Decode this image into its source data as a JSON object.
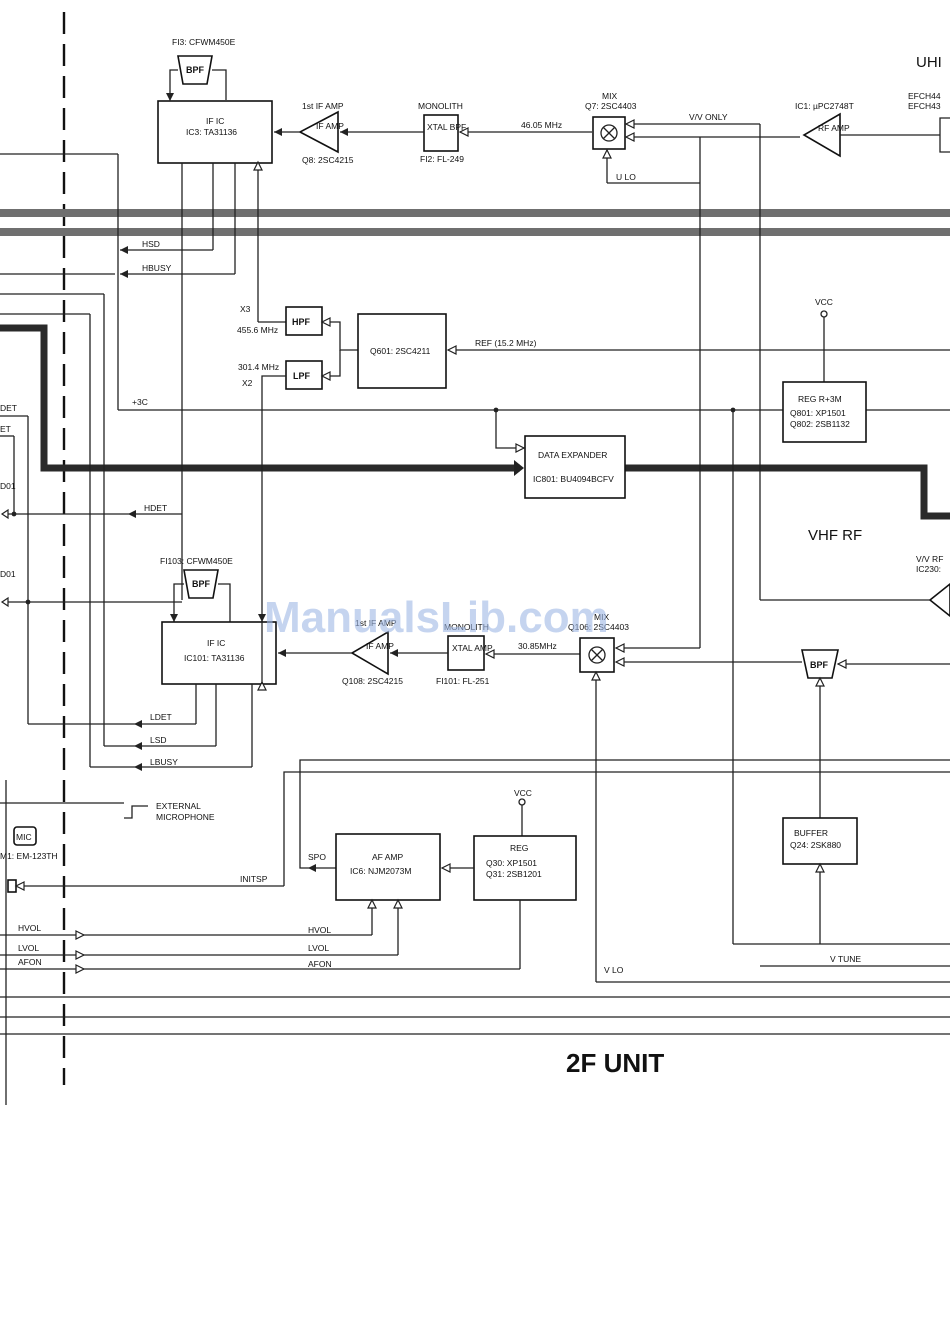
{
  "diagram": {
    "unit_title": "2F UNIT",
    "vhf_rf": "VHF RF",
    "uhf_partial": "UHI",
    "watermark": "ManualsLib.com",
    "upper": {
      "fi3": "FI3: CFWM450E",
      "bpf": "BPF",
      "ific_label": "IF IC",
      "ific_part": "IC3: TA31136",
      "ifamp_title": "1st IF AMP",
      "ifamp_tri": "IF AMP",
      "ifamp_part": "Q8: 2SC4215",
      "monolith": "MONOLITH",
      "xtal_bpf": "XTAL BPF",
      "fi2": "FI2: FL-249",
      "freq": "46.05 MHz",
      "mix": "MIX",
      "mix_part": "Q7: 2SC4403",
      "vv_only": "V/V ONLY",
      "ic1": "IC1: µPC2748T",
      "rfamp": "RF AMP",
      "efch1": "EFCH44",
      "efch2": "EFCH43",
      "ulo": "U LO"
    },
    "signals_left": {
      "hsd": "HSD",
      "hbusy": "HBUSY",
      "x3": "X3",
      "x3_freq": "455.6 MHz",
      "hpf": "HPF",
      "lpf": "LPF",
      "x2_freq": "301.4 MHz",
      "x2": "X2",
      "q601": "Q601: 2SC4211",
      "ref": "REF (15.2 MHz)",
      "vcc": "VCC",
      "plus3c": "+3C",
      "det1": "DET",
      "det2": "ET",
      "reg_title": "REG R+3M",
      "reg_q1": "Q801: XP1501",
      "reg_q2": "Q802: 2SB1132",
      "expander": "DATA EXPANDER",
      "expander_part": "IC801: BU4094BCFV",
      "d01": "D01",
      "hdet": "HDET",
      "d01b": "D01",
      "vv_tail": "V/V RF",
      "ic230": "IC230:"
    },
    "lower": {
      "fi103": "FI103: CFWM450E",
      "bpf": "BPF",
      "ific_label": "IF IC",
      "ific_part": "IC101: TA31136",
      "ifamp_title": "1st IF AMP",
      "ifamp_tri": "IF AMP",
      "ifamp_part": "Q108: 2SC4215",
      "monolith": "MONOLITH",
      "xtal_amp": "XTAL AMP",
      "fi101": "FI101: FL-251",
      "freq": "30.85MHz",
      "mix": "MIX",
      "mix_part": "Q106: 2SC4403",
      "bpf_right": "BPF",
      "ldet": "LDET",
      "lsd": "LSD",
      "lbusy": "LBUSY"
    },
    "audio": {
      "ext_mic1": "EXTERNAL",
      "ext_mic2": "MICROPHONE",
      "mic": "MIC",
      "mic_part": "M1: EM-123TH",
      "vcc": "VCC",
      "reg": "REG",
      "reg_q1": "Q30: XP1501",
      "reg_q2": "Q31: 2SB1201",
      "spo": "SPO",
      "afamp": "AF AMP",
      "afamp_part": "IC6: NJM2073M",
      "initsp": "INITSP",
      "buffer": "BUFFER",
      "buffer_part": "Q24: 2SK880",
      "hvol_l": "HVOL",
      "lvol_l": "LVOL",
      "afon_l": "AFON",
      "hvol": "HVOL",
      "lvol": "LVOL",
      "afon": "AFON",
      "vlo": "V LO",
      "vtune": "V TUNE"
    }
  }
}
